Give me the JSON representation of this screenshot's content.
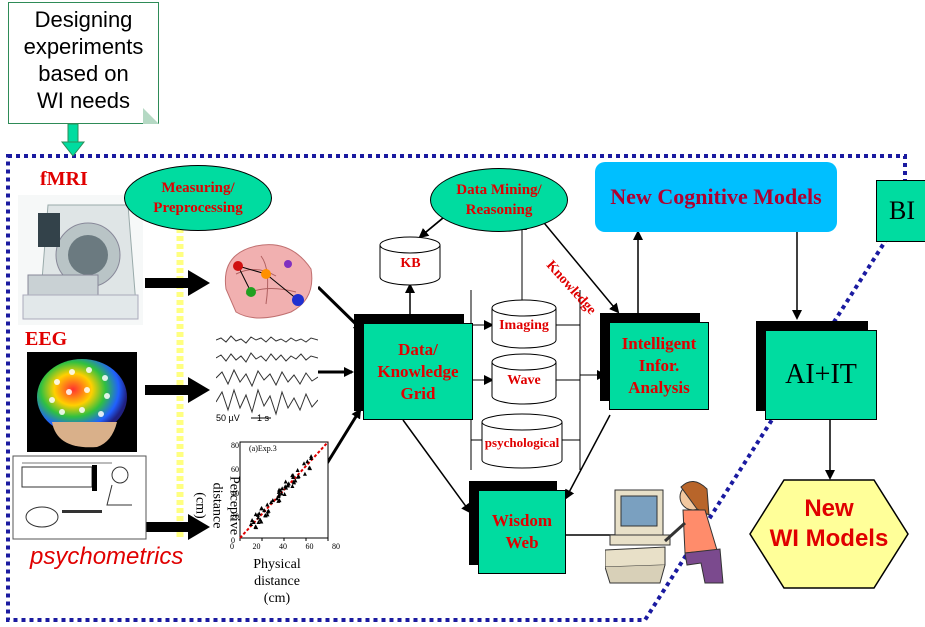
{
  "note": {
    "lines": [
      "Designing",
      "experiments",
      "based on",
      "WI needs"
    ]
  },
  "modalities": {
    "fmri": "fMRI",
    "eeg": "EEG",
    "psychometrics": "psychometrics"
  },
  "measuring": {
    "line1": "Measuring/",
    "line2": "Preprocessing"
  },
  "data_mining": {
    "line1": "Data Mining/",
    "line2": "Reasoning"
  },
  "kb": "KB",
  "grid": {
    "line1": "Data/",
    "line2": "Knowledge",
    "line3": "Grid"
  },
  "cylinders": {
    "imaging": "Imaging",
    "wave": "Wave",
    "psychological": "psychological"
  },
  "analysis": {
    "line1": "Intelligent",
    "line2": "Infor.",
    "line3": "Analysis"
  },
  "knowledge_label": "Knowledge",
  "new_cognitive": "New Cognitive Models",
  "bi": "BI",
  "ai_it": "AI+IT",
  "new_wi": {
    "line1": "New",
    "line2": "WI Models"
  },
  "wisdom": {
    "line1": "Wisdom",
    "line2": "Web"
  },
  "plot": {
    "title": "(a)Exp.3",
    "y_label": {
      "line1": "Perceptive",
      "line2": "distance",
      "line3": "(cm)"
    },
    "x_label": {
      "line1": "Physical",
      "line2": "distance",
      "line3": "(cm)"
    },
    "x_ticks": [
      "0",
      "20",
      "40",
      "60",
      "80"
    ],
    "y_ticks": [
      "0",
      "20",
      "40",
      "60",
      "80"
    ]
  },
  "eeg_scale": {
    "left": "50 µV",
    "right": "1 s"
  },
  "colors": {
    "green": "#00dca0",
    "red": "#e00000",
    "blue_dots": "#1a1aa0",
    "cyan": "#00bfff",
    "yellow_hex": "#ffff99"
  }
}
